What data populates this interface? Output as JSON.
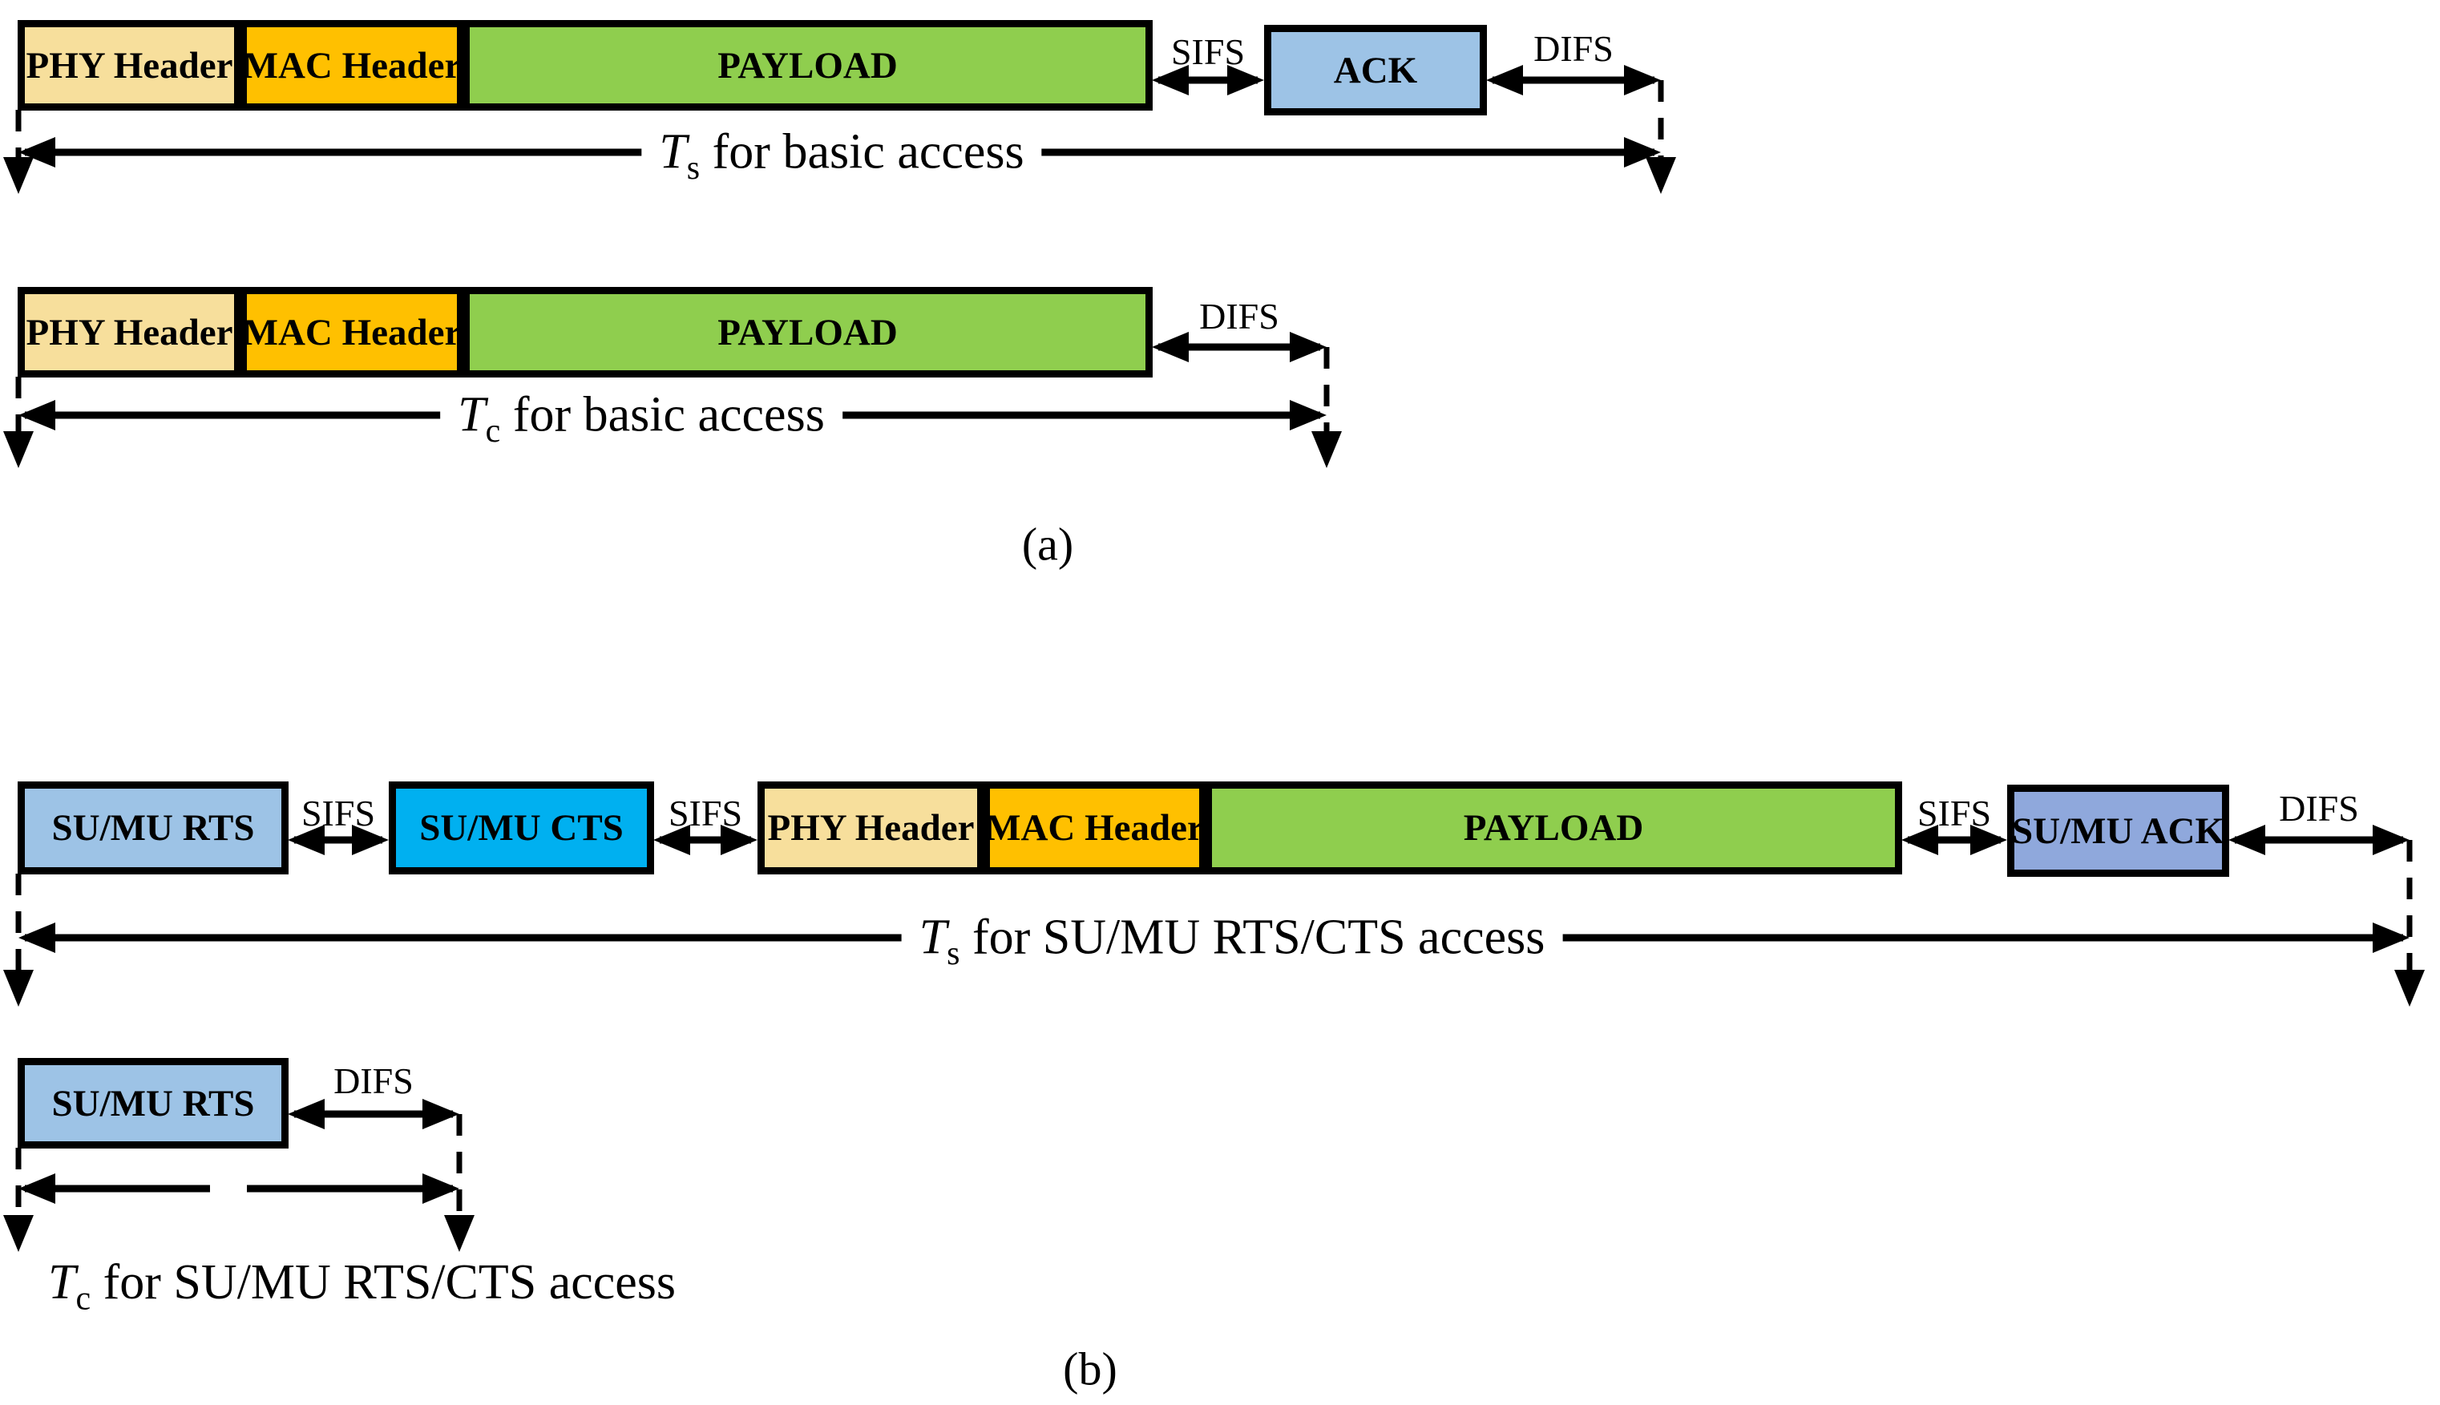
{
  "panel_a": {
    "caption": "(a)",
    "success": {
      "boxes": [
        "PHY Header",
        "MAC Header",
        "PAYLOAD",
        "ACK"
      ],
      "gaps": [
        "SIFS",
        "DIFS"
      ],
      "duration": {
        "symbol": "T",
        "subscript": "s",
        "text": "for basic access"
      }
    },
    "collision": {
      "boxes": [
        "PHY Header",
        "MAC Header",
        "PAYLOAD"
      ],
      "gaps": [
        "DIFS"
      ],
      "duration": {
        "symbol": "T",
        "subscript": "c",
        "text": "for basic access"
      }
    }
  },
  "panel_b": {
    "caption": "(b)",
    "success": {
      "boxes": [
        "SU/MU RTS",
        "SU/MU CTS",
        "PHY Header",
        "MAC Header",
        "PAYLOAD",
        "SU/MU ACK"
      ],
      "gaps": [
        "SIFS",
        "SIFS",
        "SIFS",
        "DIFS"
      ],
      "duration": {
        "symbol": "T",
        "subscript": "s",
        "text": "for SU/MU RTS/CTS access"
      }
    },
    "collision": {
      "boxes": [
        "SU/MU RTS"
      ],
      "gaps": [
        "DIFS"
      ],
      "duration": {
        "symbol": "T",
        "subscript": "c",
        "text": "for SU/MU RTS/CTS access"
      }
    }
  },
  "colors": {
    "phy_header": "#F7DF9C",
    "mac_header": "#FFC000",
    "payload": "#8FCE4E",
    "ack": "#9DC3E6",
    "su_mu_rts": "#9DC3E6",
    "su_mu_cts": "#00B0F0",
    "su_mu_ack": "#8FA8DC",
    "line": "#000000"
  }
}
